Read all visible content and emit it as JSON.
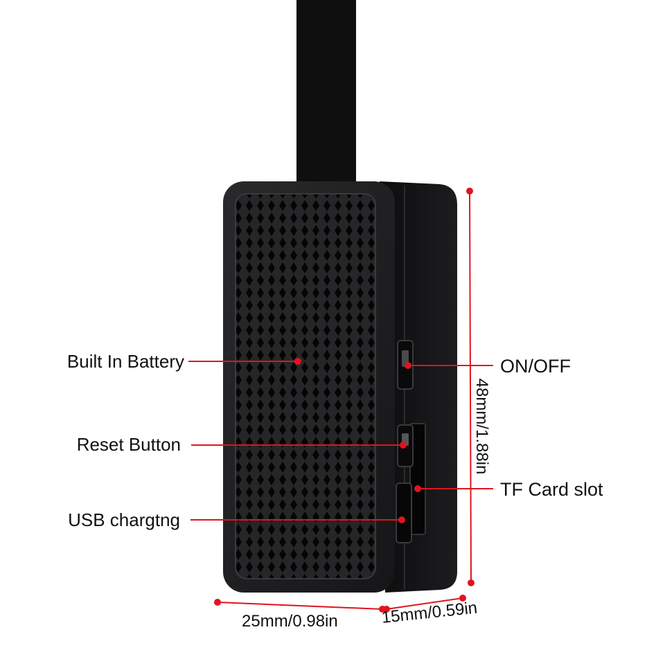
{
  "labels": {
    "built_in_battery": "Built In Battery",
    "reset_button": "Reset Button",
    "usb_charging": "USB chargtng",
    "on_off": "ON/OFF",
    "tf_card_slot": "TF Card slot"
  },
  "dimensions": {
    "height": "48mm/1.88in",
    "width": "25mm/0.98in",
    "depth": "15mm/0.59in"
  },
  "colors": {
    "background": "#ffffff",
    "device_body": "#1b1b1d",
    "device_side": "#141416",
    "mesh_holes": "#050505",
    "strap": "#0f0f0f",
    "callout_red": "#e0141e",
    "text": "#111111"
  }
}
